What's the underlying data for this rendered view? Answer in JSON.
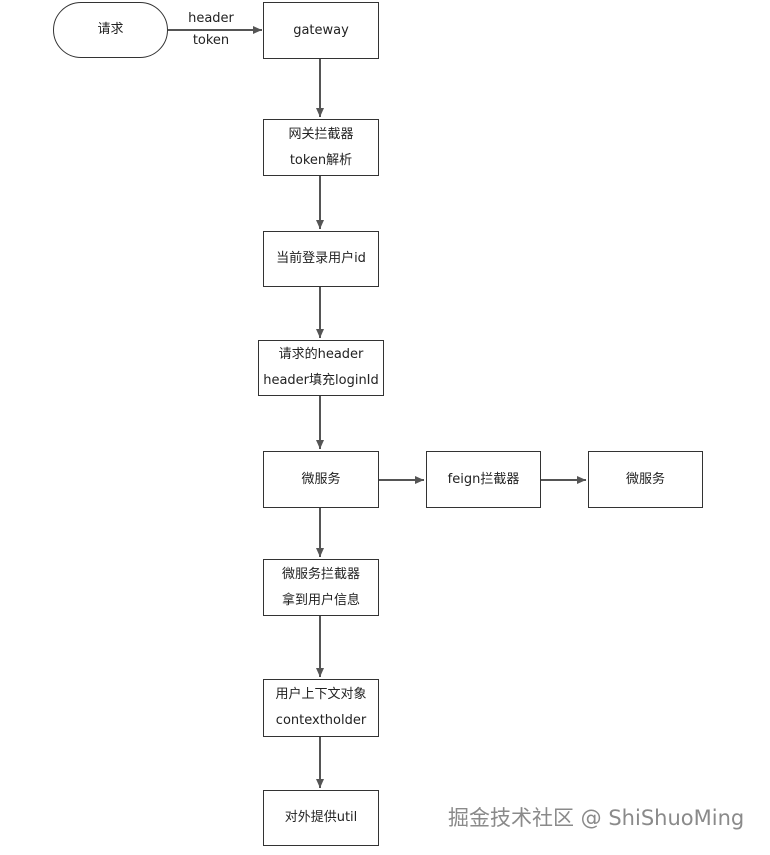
{
  "nodes": {
    "request": {
      "label": "请求"
    },
    "gateway": {
      "label": "gateway"
    },
    "gateway_interceptor": {
      "line1": "网关拦截器",
      "line2": "token解析"
    },
    "current_user_id": {
      "label": "当前登录用户id"
    },
    "request_header": {
      "line1": "请求的header",
      "line2": "header填充loginId"
    },
    "microservice": {
      "label": "微服务"
    },
    "feign_interceptor": {
      "label": "feign拦截器"
    },
    "microservice_target": {
      "label": "微服务"
    },
    "microservice_interceptor": {
      "line1": "微服务拦截器",
      "line2": "拿到用户信息"
    },
    "user_context": {
      "line1": "用户上下文对象",
      "line2": "contextholder"
    },
    "external_util": {
      "label": "对外提供util"
    }
  },
  "edge_labels": {
    "request_to_gateway": {
      "line1": "header",
      "line2": "token"
    }
  },
  "watermark": "掘金技术社区 @ ShiShuoMing"
}
